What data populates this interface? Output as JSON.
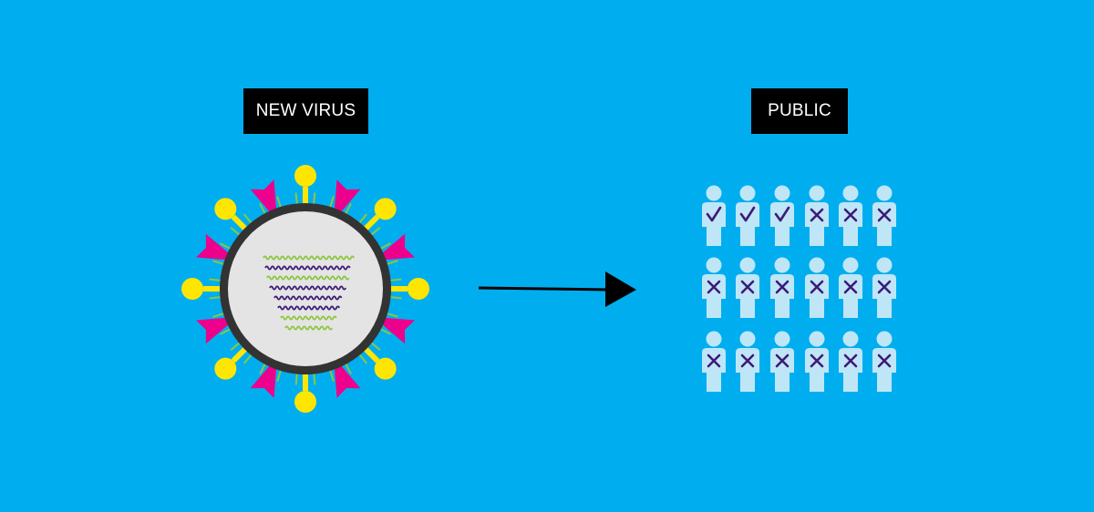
{
  "labels": {
    "virus": "NEW VIRUS",
    "public": "PUBLIC"
  },
  "colors": {
    "background": "#00aeef",
    "label_background": "#000000",
    "label_text": "#ffffff",
    "virus_body": "#e4e4e4",
    "virus_membrane": "#333333",
    "spike_yellow": "#ffe600",
    "spike_magenta": "#ec008c",
    "rna_green": "#8dc63f",
    "rna_purple": "#3d1a78",
    "person": "#bfe6f7",
    "mark": "#3d1a78",
    "arrow": "#000000"
  },
  "public": {
    "rows": [
      [
        "check",
        "check",
        "check",
        "cross",
        "cross",
        "cross"
      ],
      [
        "cross",
        "cross",
        "cross",
        "cross",
        "cross",
        "cross"
      ],
      [
        "cross",
        "cross",
        "cross",
        "cross",
        "cross",
        "cross"
      ]
    ]
  }
}
